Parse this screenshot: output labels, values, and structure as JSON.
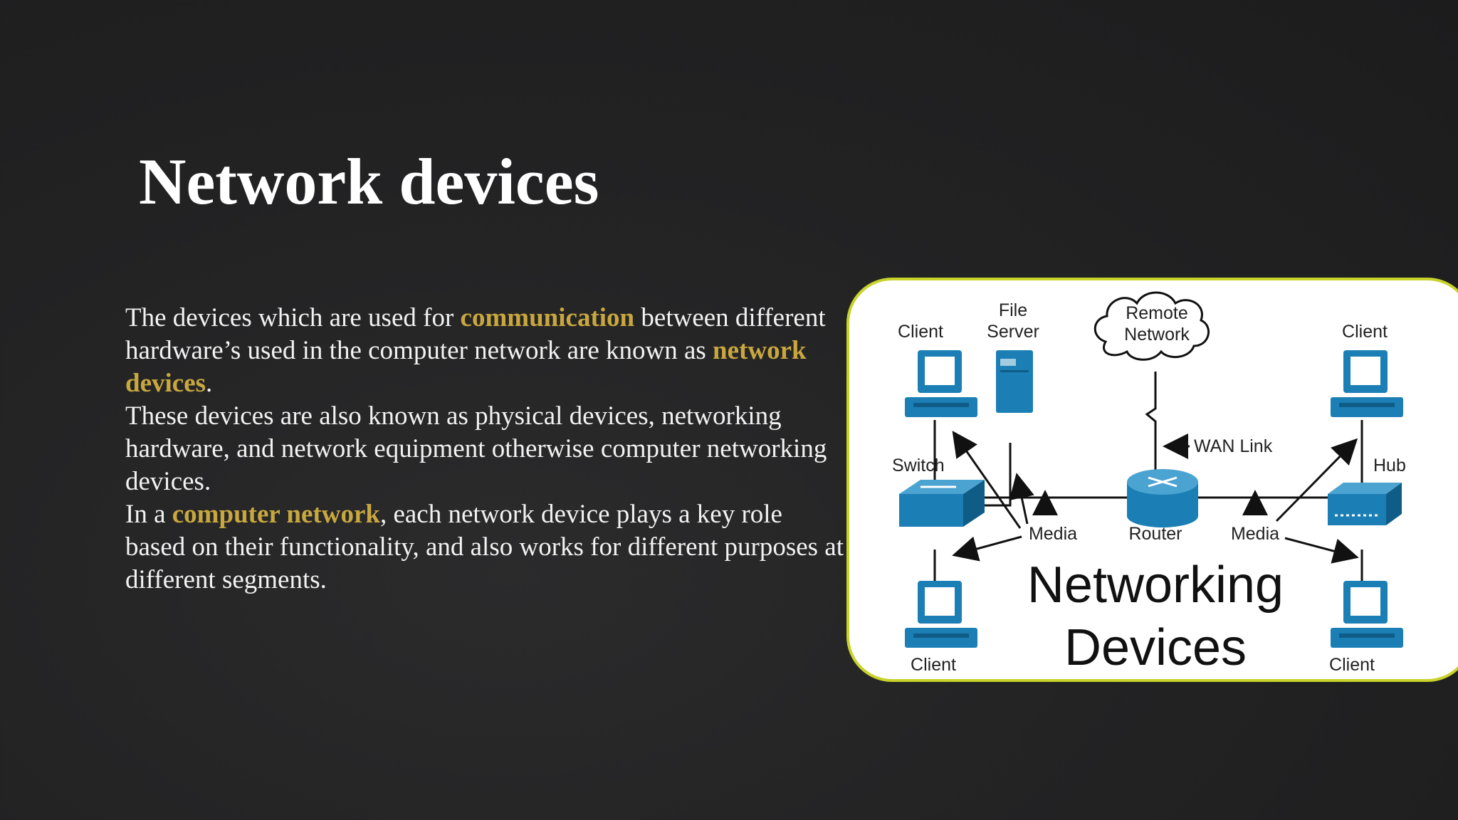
{
  "slide": {
    "title": "Network devices",
    "paragraph1": {
      "before": "The devices which are used for ",
      "highlight1": "communication",
      "middle": " between different hardware’s used in the computer network are known as ",
      "highlight2": "network devices",
      "after": "."
    },
    "paragraph2": " These devices are also known as physical devices, networking hardware, and network equipment otherwise computer networking devices.",
    "paragraph3": {
      "before": " In a ",
      "highlight": "computer network",
      "after": ", each network device plays a key role based on their functionality, and also works for different purposes at different segments."
    },
    "highlight_color": "#c9a73f"
  },
  "diagram": {
    "labels": {
      "client_top_left": "Client",
      "file_server_line1": "File",
      "file_server_line2": "Server",
      "remote_line1": "Remote",
      "remote_line2": "Network",
      "client_top_right": "Client",
      "switch": "Switch",
      "wan_link": "WAN Link",
      "hub": "Hub",
      "media_left": "Media",
      "router": "Router",
      "media_right": "Media",
      "client_bottom_left": "Client",
      "client_bottom_right": "Client",
      "caption_line1": "Networking",
      "caption_line2": "Devices"
    },
    "device_color": "#1b7fb5",
    "border_color": "#c8d32a"
  }
}
